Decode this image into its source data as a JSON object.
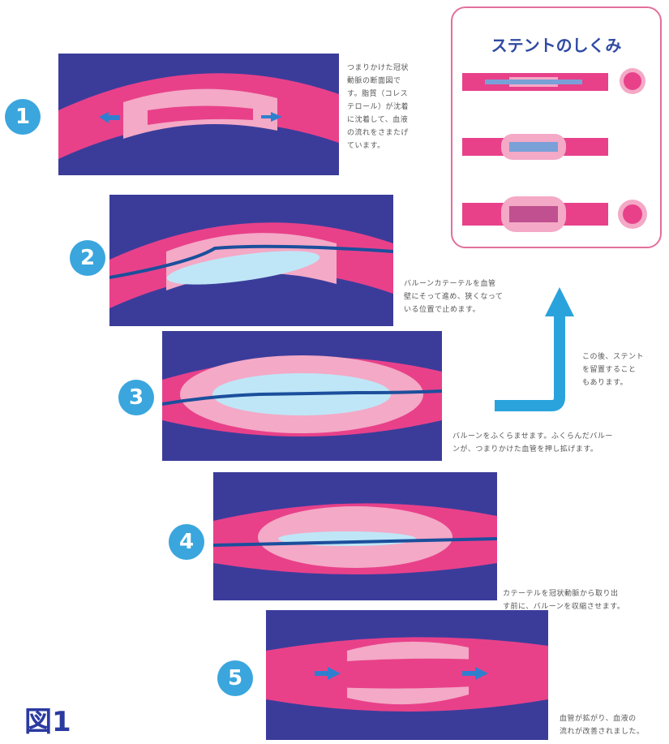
{
  "steps": [
    {
      "num": "1",
      "caption": "つまりかけた冠状\n動脈の断面図で\nす。脂質（コレス\nテロール）が沈着\nに沈着して、血液\nの流れをさまたげ\nています。"
    },
    {
      "num": "2",
      "caption": "バルーンカテーテルを血管\n壁にそって進め、狭くなって\nいる位置で止めます。"
    },
    {
      "num": "3",
      "caption": "バルーンをふくらませます。ふくらんだバルー\nンが、つまりかけた血管を押し拡げます。"
    },
    {
      "num": "4",
      "caption": "カテーテルを冠状動脈から取り出\nす前に、バルーンを収縮させます。"
    },
    {
      "num": "5",
      "caption": "血管が拡がり、血液の\n流れが改善されました。"
    }
  ],
  "stent": {
    "title": "ステントのしくみ"
  },
  "arrow_note": "この後、ステント\nを留置すること\nもあります。",
  "figure_label": "図1",
  "colors": {
    "panel_bg": "#3b3c9a",
    "vessel": "#e8418a",
    "plaque": "#f4a9c6",
    "balloon": "#bfe6f7",
    "accent": "#2aa3dc"
  }
}
